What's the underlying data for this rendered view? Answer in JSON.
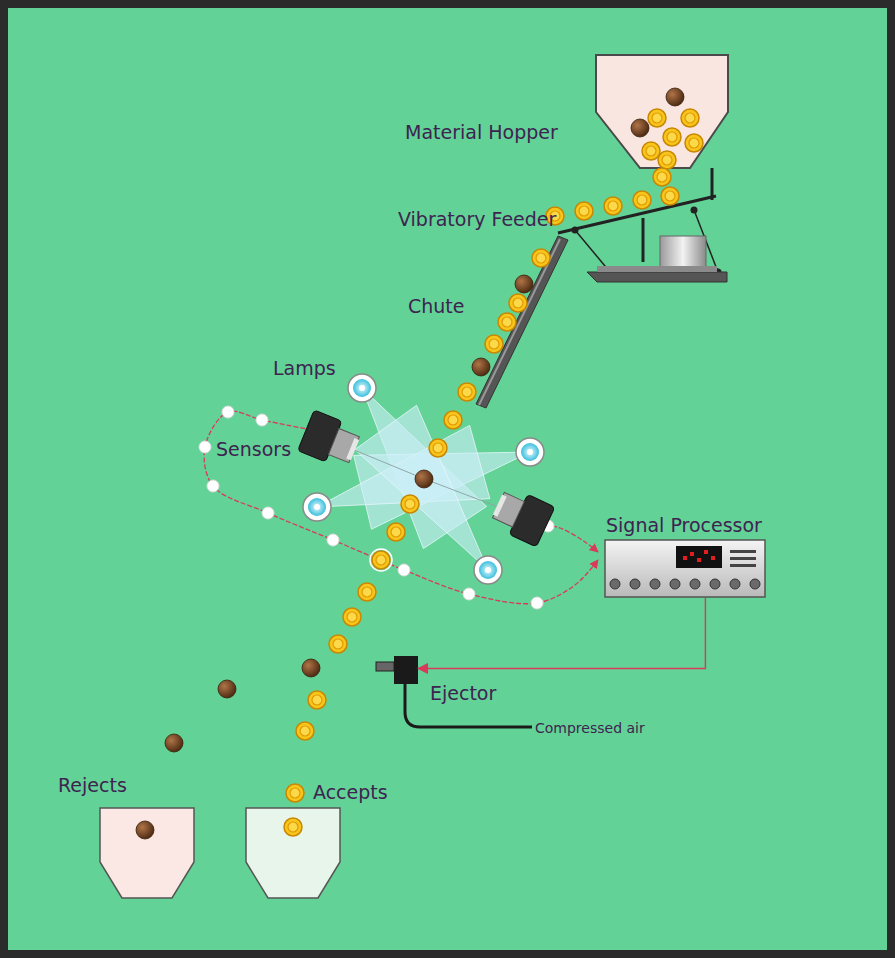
{
  "diagram": {
    "nodes": [
      {
        "text": [
          "Signal Processor"
        ]
      },
      {
        "text": [
          "Ejector"
        ]
      }
    ],
    "edges": [
      {
        "from": 0,
        "to": 1,
        "arrow": "to"
      }
    ],
    "labels": [
      "Material Hopper",
      "Vibratory Feeder",
      "Chute",
      "Lamps",
      "Sensors",
      "Compressed air",
      "Rejects",
      "Accepts"
    ]
  }
}
